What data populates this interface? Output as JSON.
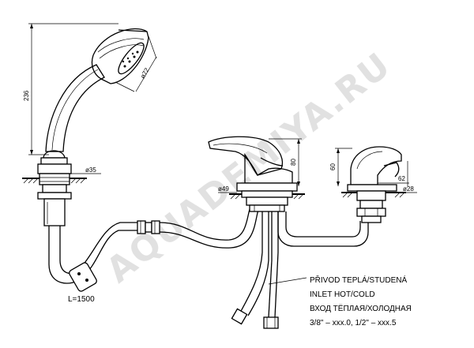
{
  "watermark": "AQUADEMIYA.RU",
  "dimensions": {
    "hose_height": "236",
    "head_diameter": "ø72",
    "mount_diameter_left": "ø35",
    "mixer_height": "80",
    "mixer_base_diameter": "ø49",
    "spout_height": "60",
    "spout_reach": "62",
    "spout_base_diameter": "ø28"
  },
  "hose_length": "L=1500",
  "inlet_text": [
    "PŘIVOD TEPLÁ/STUDENÁ",
    "INLET HOT/COLD",
    "ВХОД ТЁПЛАЯ/ХОЛОДНАЯ",
    "3/8\"  –  xxx.0,  1/2\"  –  xxx.5"
  ]
}
